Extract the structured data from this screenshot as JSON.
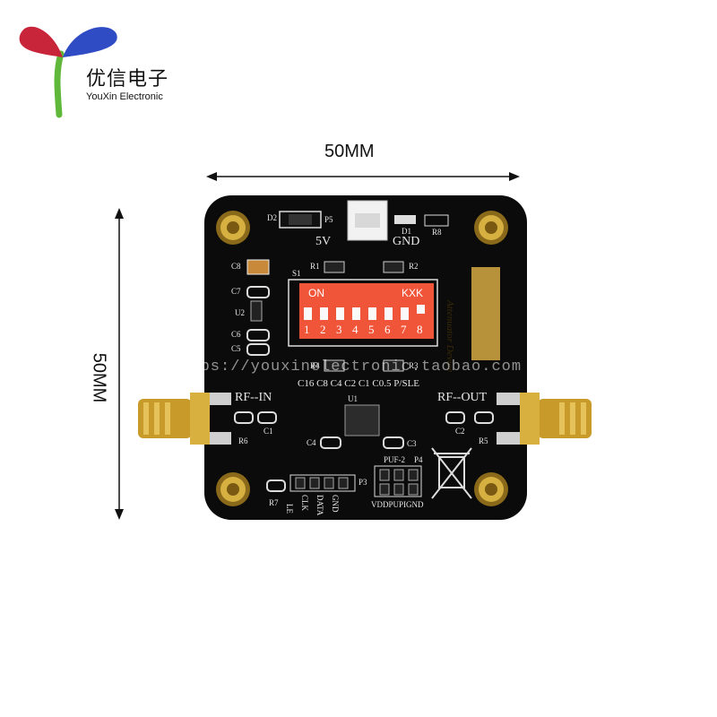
{
  "brand": {
    "name_cn": "优信电子",
    "name_en": "YouXin Electronic",
    "colors": {
      "red": "#c8243a",
      "blue": "#2f4cc4",
      "green": "#5fb83a"
    }
  },
  "dimensions": {
    "width_label": "50MM",
    "height_label": "50MM"
  },
  "board": {
    "color": "#0b0b0b",
    "silkscreen": {
      "d2": "D2",
      "p5": "P5",
      "d1": "D1",
      "r8": "R8",
      "v5": "5V",
      "gnd": "GND",
      "c8": "C8",
      "c7": "C7",
      "u2": "U2",
      "c6": "C6",
      "c5": "C5",
      "s1": "S1",
      "r1": "R1",
      "r2": "R2",
      "r3": "R3",
      "r4": "R4",
      "rf_in": "RF--IN",
      "rf_out": "RF--OUT",
      "r6": "R6",
      "c1": "C1",
      "c2": "C2",
      "r5": "R5",
      "cap_row": "C16  C8  C4  C2  C1  C0.5  P/SLE",
      "u1": "U1",
      "c4": "C4",
      "c3": "C3",
      "puf2": "PUF-2",
      "p4": "P4",
      "p3": "P3",
      "r7": "R7",
      "le": "LE",
      "clk": "CLK",
      "data": "DATA",
      "gnd2": "GND",
      "vdd_row": "VDDPUPIGND",
      "side_label": "Attenuator Device"
    },
    "dip_switch": {
      "on_label": "ON",
      "brand_label": "KXK",
      "color": "#f0553a",
      "positions": [
        "1",
        "2",
        "3",
        "4",
        "5",
        "6",
        "7",
        "8"
      ]
    }
  },
  "watermark": "https://youxinelectronic.taobao.com"
}
